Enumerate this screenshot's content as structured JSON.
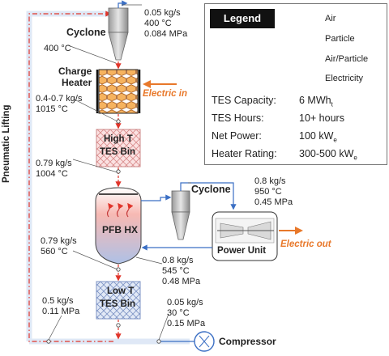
{
  "legend": {
    "title": "Legend",
    "items": [
      {
        "label": "Air",
        "style": "solid",
        "color": "#3b6fc4"
      },
      {
        "label": "Particle",
        "style": "dashed",
        "color": "#e0352b"
      },
      {
        "label": "Air/Particle",
        "style": "dashdot",
        "color": "#e0352b"
      },
      {
        "label": "Electricity",
        "style": "solid-thick",
        "color": "#e8782a"
      }
    ],
    "specs": [
      {
        "label": "TES Capacity:",
        "value": "6 MWh",
        "sub": "t"
      },
      {
        "label": "TES Hours:",
        "value": "10+ hours",
        "sub": ""
      },
      {
        "label": "Net Power:",
        "value": "100 kW",
        "sub": "e"
      },
      {
        "label": "Heater Rating:",
        "value": "300-500 kW",
        "sub": "e"
      }
    ]
  },
  "components": {
    "cyclone_top": "Cyclone",
    "charge_heater_1": "Charge",
    "charge_heater_2": "Heater",
    "electric_in": "Electric in",
    "high_tes_1": "High T",
    "high_tes_2": "TES Bin",
    "pfb_hx": "PFB HX",
    "cyclone_right": "Cyclone",
    "power_unit": "Power Unit",
    "electric_out": "Electric out",
    "low_tes_1": "Low T",
    "low_tes_2": "TES Bin",
    "compressor": "Compressor",
    "pneumatic": "Pneumatic Lifting"
  },
  "streams": {
    "cyclone_air_out": [
      "0.05 kg/s",
      "400 °C",
      "0.084 MPa"
    ],
    "cyclone_temp": "400 °C",
    "heater_in": [
      "0.4-0.7 kg/s",
      "1015 °C"
    ],
    "high_tes_out": [
      "0.79 kg/s",
      "1004 °C"
    ],
    "cyclone_right_out": [
      "0.8 kg/s",
      "950 °C",
      "0.45 MPa"
    ],
    "pfb_out": [
      "0.79 kg/s",
      "560 °C"
    ],
    "power_return": [
      "0.8 kg/s",
      "545 °C",
      "0.48 MPa"
    ],
    "lift": [
      "0.5 kg/s",
      "0.11 MPa"
    ],
    "compressor_out": [
      "0.05 kg/s",
      "30 °C",
      "0.15 MPa"
    ]
  },
  "colors": {
    "air": "#3b6fc4",
    "particle": "#e0352b",
    "electricity": "#e8782a",
    "heater_fill": "#f0b26a",
    "tes_high": "#f4c7c7",
    "tes_low": "#c6d4ee",
    "pipe": "#dfe8f6"
  }
}
